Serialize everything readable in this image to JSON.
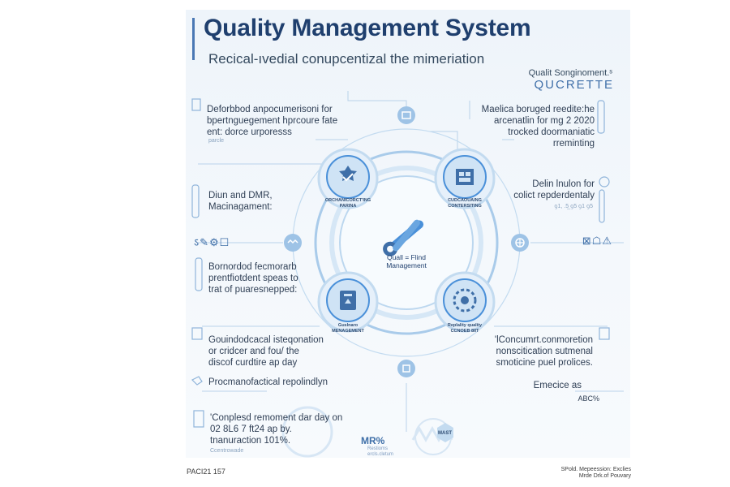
{
  "header": {
    "title": "Quality Management System",
    "subtitle": "Recical-ıvedial conupcentizal the mimeriation"
  },
  "top_right": {
    "label": "Qualit Songinoment.ˢ",
    "code": "QUCRETTE"
  },
  "notes": {
    "top_left": {
      "lines": [
        "Deforbbod anpocumerisoni for",
        "bpertnguegement hprcoure fate",
        "ent: dorce urporesss"
      ],
      "tag": "parcle"
    },
    "top_right": {
      "lines": [
        "Maelica boruged reedite:he",
        "arcenatlin for mg 2 2020",
        "trocked doormaniatic",
        "rreminting"
      ]
    },
    "mid_left": {
      "lines": [
        "Diun and DMR,",
        "Macinagament:"
      ]
    },
    "mid_right": {
      "lines": [
        "Delin lnulon for",
        "colict repderdentaly"
      ],
      "tag": "ꝯ1, .5̲ ꝯ5 ꝯ1 ꝯ5"
    },
    "lower_left": {
      "lines": [
        "Bornordod fecmorarb",
        "prentfiotdent speas to",
        "trat of puaresnepped:"
      ]
    },
    "bottom_left": {
      "lines": [
        "Gouindodcacal isteqonation",
        "or cridcer and fou/ the",
        "discof curdtire ap day"
      ]
    },
    "bottom_right": {
      "lines": [
        "'lConcumrt.conmoretion",
        "nonscitication sutmenal",
        "smoticine puel prolices."
      ]
    },
    "left_footer_row": "Procmanofactical repolindlyn",
    "right_footer_row": "Emecice as",
    "right_footer_code": "ABC%",
    "bottom_note": {
      "lines": [
        "'Conplesd remoment dar day on",
        "02 8L6 7 ft24 ap by.",
        "tnanuraction 101%."
      ],
      "tag": "Ccentrowade"
    }
  },
  "diagram": {
    "center": [
      "Quall = Flind",
      "Management"
    ],
    "nodes": [
      {
        "label": [
          "ORCHANICORCT'ING",
          "PARINA"
        ]
      },
      {
        "label": [
          "CUDCAOUAING",
          "CONTERSITING"
        ]
      },
      {
        "label": [
          "Guslnaro",
          "MENAGEMENT"
        ]
      },
      {
        "label": [
          "Replality quality",
          "CCNOEB 8IIT"
        ]
      }
    ]
  },
  "edge_icons": {
    "left": "ऽ✎⚙☐",
    "right": "⊠☖⚠"
  },
  "kpi": {
    "value": "MR%",
    "sub": [
      "Restioms",
      "ercls.cletum"
    ],
    "badge": "MAST"
  },
  "footer": {
    "left": "PACI21 157",
    "right": [
      "SPold. Mepeession: Exclies",
      "Mrde Drk.of Pouvary"
    ]
  },
  "colors": {
    "title": "#1f3f6e",
    "accent": "#4a78b4",
    "ring": "#9ec3e6",
    "node_fill": "#cfe3f5"
  }
}
